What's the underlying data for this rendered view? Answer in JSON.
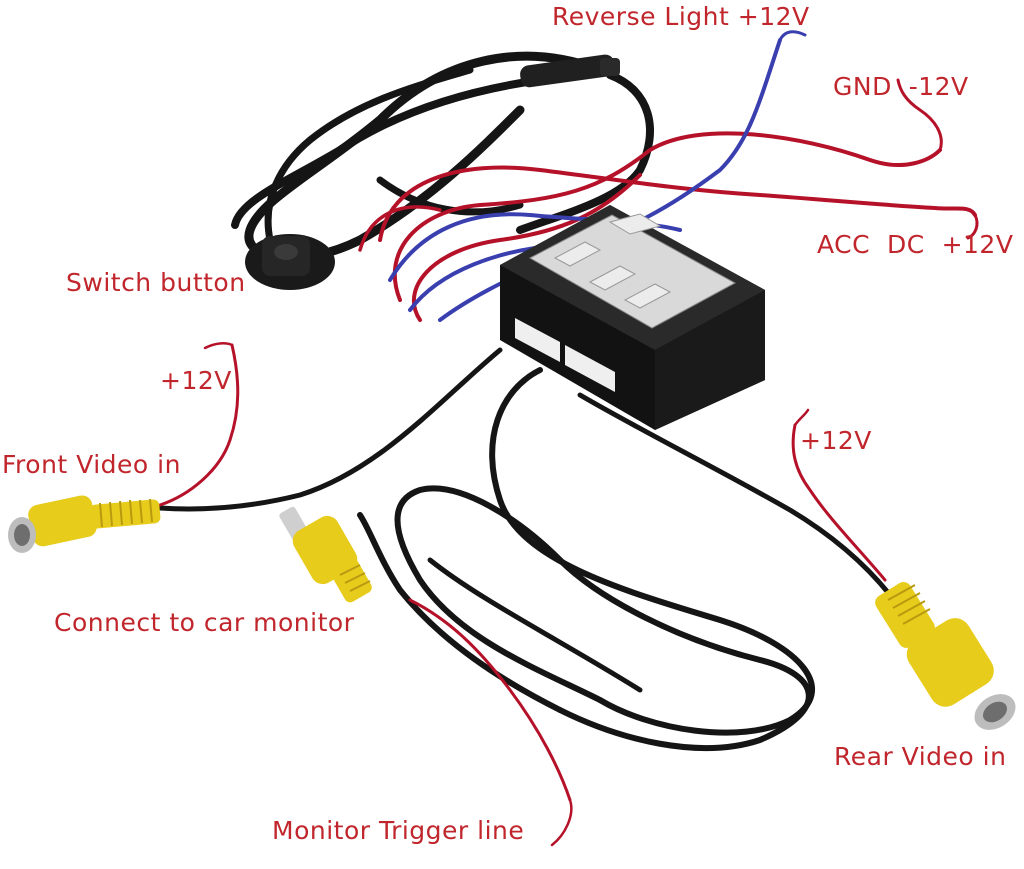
{
  "labels": {
    "reverse_light": "Reverse Light +12V",
    "gnd": "GND  -12V",
    "acc_dc": "ACC  DC  +12V",
    "switch_button": "Switch button",
    "front_plus12v": "+12V",
    "front_video_in": "Front Video in",
    "connect_monitor": "Connect to car monitor",
    "rear_plus12v": "+12V",
    "rear_video_in": "Rear Video in",
    "monitor_trigger": "Monitor Trigger line"
  },
  "colors": {
    "label_text": "#c0262c",
    "red_wire": "#b5122a",
    "blue_wire": "#3a3fb0",
    "black_cable": "#151515",
    "rca_yellow": "#e7cc1c",
    "box_body": "#1c1c1c"
  }
}
